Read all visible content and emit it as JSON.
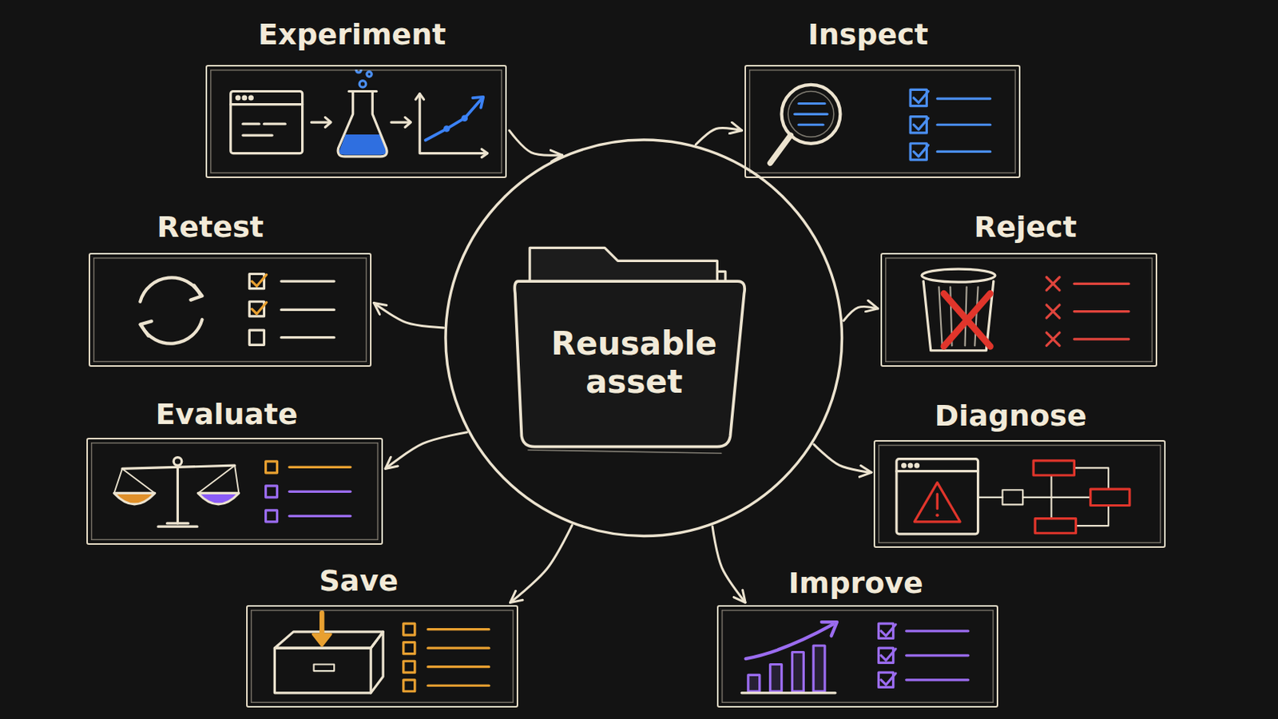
{
  "diagram": {
    "nodes": [
      {
        "text": [
          "Experiment"
        ]
      },
      {
        "text": [
          "Inspect"
        ]
      },
      {
        "text": [
          "Retest"
        ]
      },
      {
        "text": [
          "Reject"
        ]
      },
      {
        "text": [
          "Reusable asset"
        ]
      },
      {
        "text": [
          "Evaluate"
        ]
      },
      {
        "text": [
          "Diagnose"
        ]
      },
      {
        "text": [
          "Save"
        ]
      },
      {
        "text": [
          "Improve"
        ]
      }
    ],
    "edges": [
      {
        "from": 0,
        "to": 4,
        "arrow": "to"
      },
      {
        "from": 4,
        "to": 1,
        "arrow": "to"
      },
      {
        "from": 4,
        "to": 3,
        "arrow": "to"
      },
      {
        "from": 4,
        "to": 6,
        "arrow": "to"
      },
      {
        "from": 4,
        "to": 8,
        "arrow": "to"
      },
      {
        "from": 4,
        "to": 7,
        "arrow": "to"
      },
      {
        "from": 4,
        "to": 5,
        "arrow": "to"
      },
      {
        "from": 4,
        "to": 2,
        "arrow": "to"
      }
    ]
  }
}
